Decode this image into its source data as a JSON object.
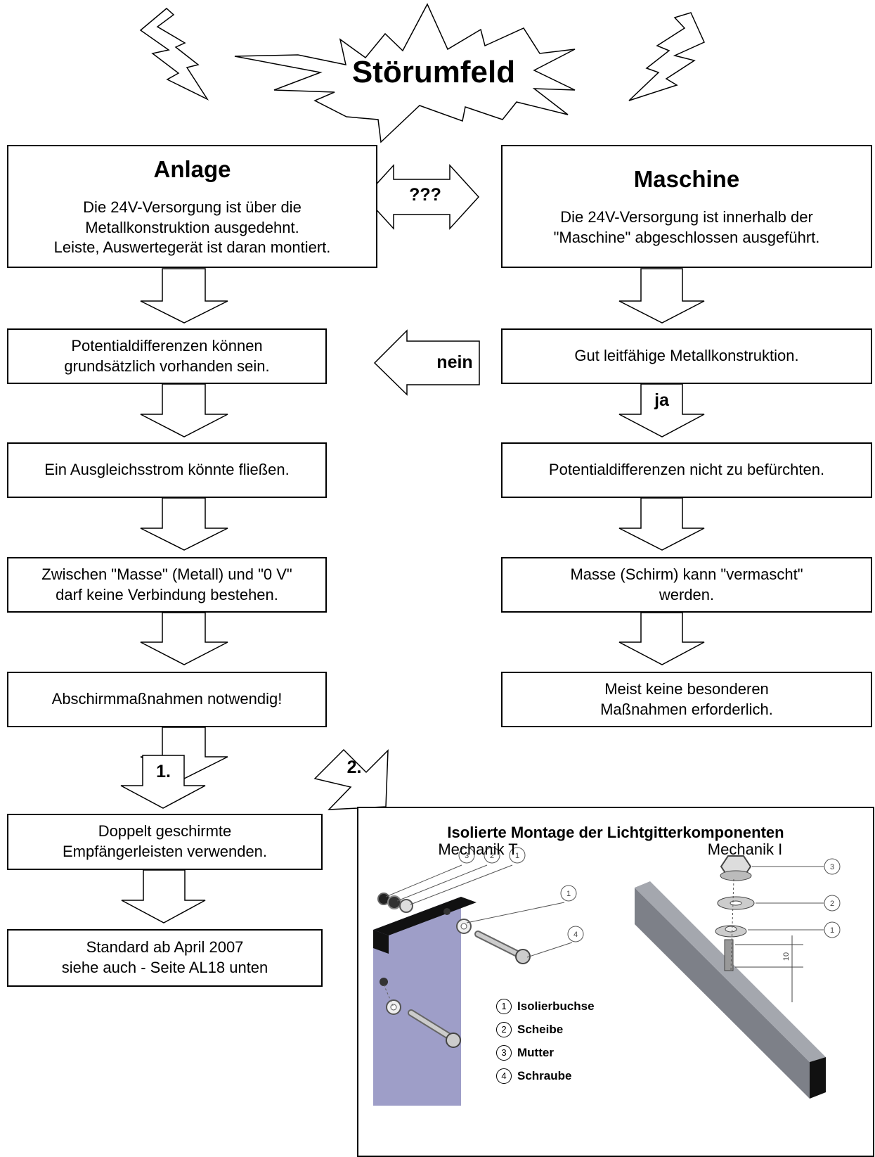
{
  "header": {
    "title": "Störumfeld"
  },
  "left": {
    "anlage": {
      "title": "Anlage",
      "lines": [
        "Die 24V-Versorgung ist über die",
        "Metallkonstruktion ausgedehnt.",
        "Leiste, Auswertegerät ist daran montiert."
      ]
    },
    "potential": {
      "lines": [
        "Potentialdifferenzen können",
        "grundsätzlich vorhanden sein."
      ]
    },
    "ausgleich": {
      "lines": [
        "Ein Ausgleichsstrom könnte fließen."
      ]
    },
    "zwischen": {
      "lines": [
        "Zwischen \"Masse\" (Metall) und \"0 V\"",
        "darf keine Verbindung bestehen."
      ]
    },
    "abschirm": {
      "lines": [
        "Abschirmmaßnahmen notwendig!"
      ]
    },
    "doppelt": {
      "lines": [
        "Doppelt geschirmte",
        "Empfängerleisten verwenden."
      ]
    },
    "standard": {
      "lines": [
        "Standard ab April 2007",
        "siehe auch - Seite AL18 unten"
      ]
    }
  },
  "right": {
    "maschine": {
      "title": "Maschine",
      "lines": [
        "Die 24V-Versorgung ist innerhalb der",
        "\"Maschine\" abgeschlossen ausgeführt."
      ]
    },
    "gut": {
      "lines": [
        "Gut leitfähige Metallkonstruktion."
      ]
    },
    "nicht": {
      "lines": [
        "Potentialdifferenzen nicht zu befürchten."
      ]
    },
    "masse": {
      "lines": [
        "Masse (Schirm) kann \"vermascht\"",
        "werden."
      ]
    },
    "meist": {
      "lines": [
        "Meist keine besonderen",
        "Maßnahmen erforderlich."
      ]
    }
  },
  "arrows": {
    "question": "???",
    "nein": "nein",
    "ja": "ja",
    "one": "1.",
    "two": "2."
  },
  "panel": {
    "title": "Isolierte Montage der Lichtgitterkomponenten",
    "sub_left": "Mechanik T",
    "sub_right": "Mechanik I",
    "dimension": "10",
    "legend": [
      {
        "num": "1",
        "label": "Isolierbuchse"
      },
      {
        "num": "2",
        "label": "Scheibe"
      },
      {
        "num": "3",
        "label": "Mutter"
      },
      {
        "num": "4",
        "label": "Schraube"
      }
    ],
    "callouts_left": [
      "3",
      "2",
      "1",
      "1",
      "4"
    ],
    "callouts_right": [
      "3",
      "2",
      "1"
    ]
  },
  "colors": {
    "plate": "#9e9ec8",
    "plate_edge": "#111111",
    "bar": "#7d8088",
    "bar_dark": "#111111"
  }
}
